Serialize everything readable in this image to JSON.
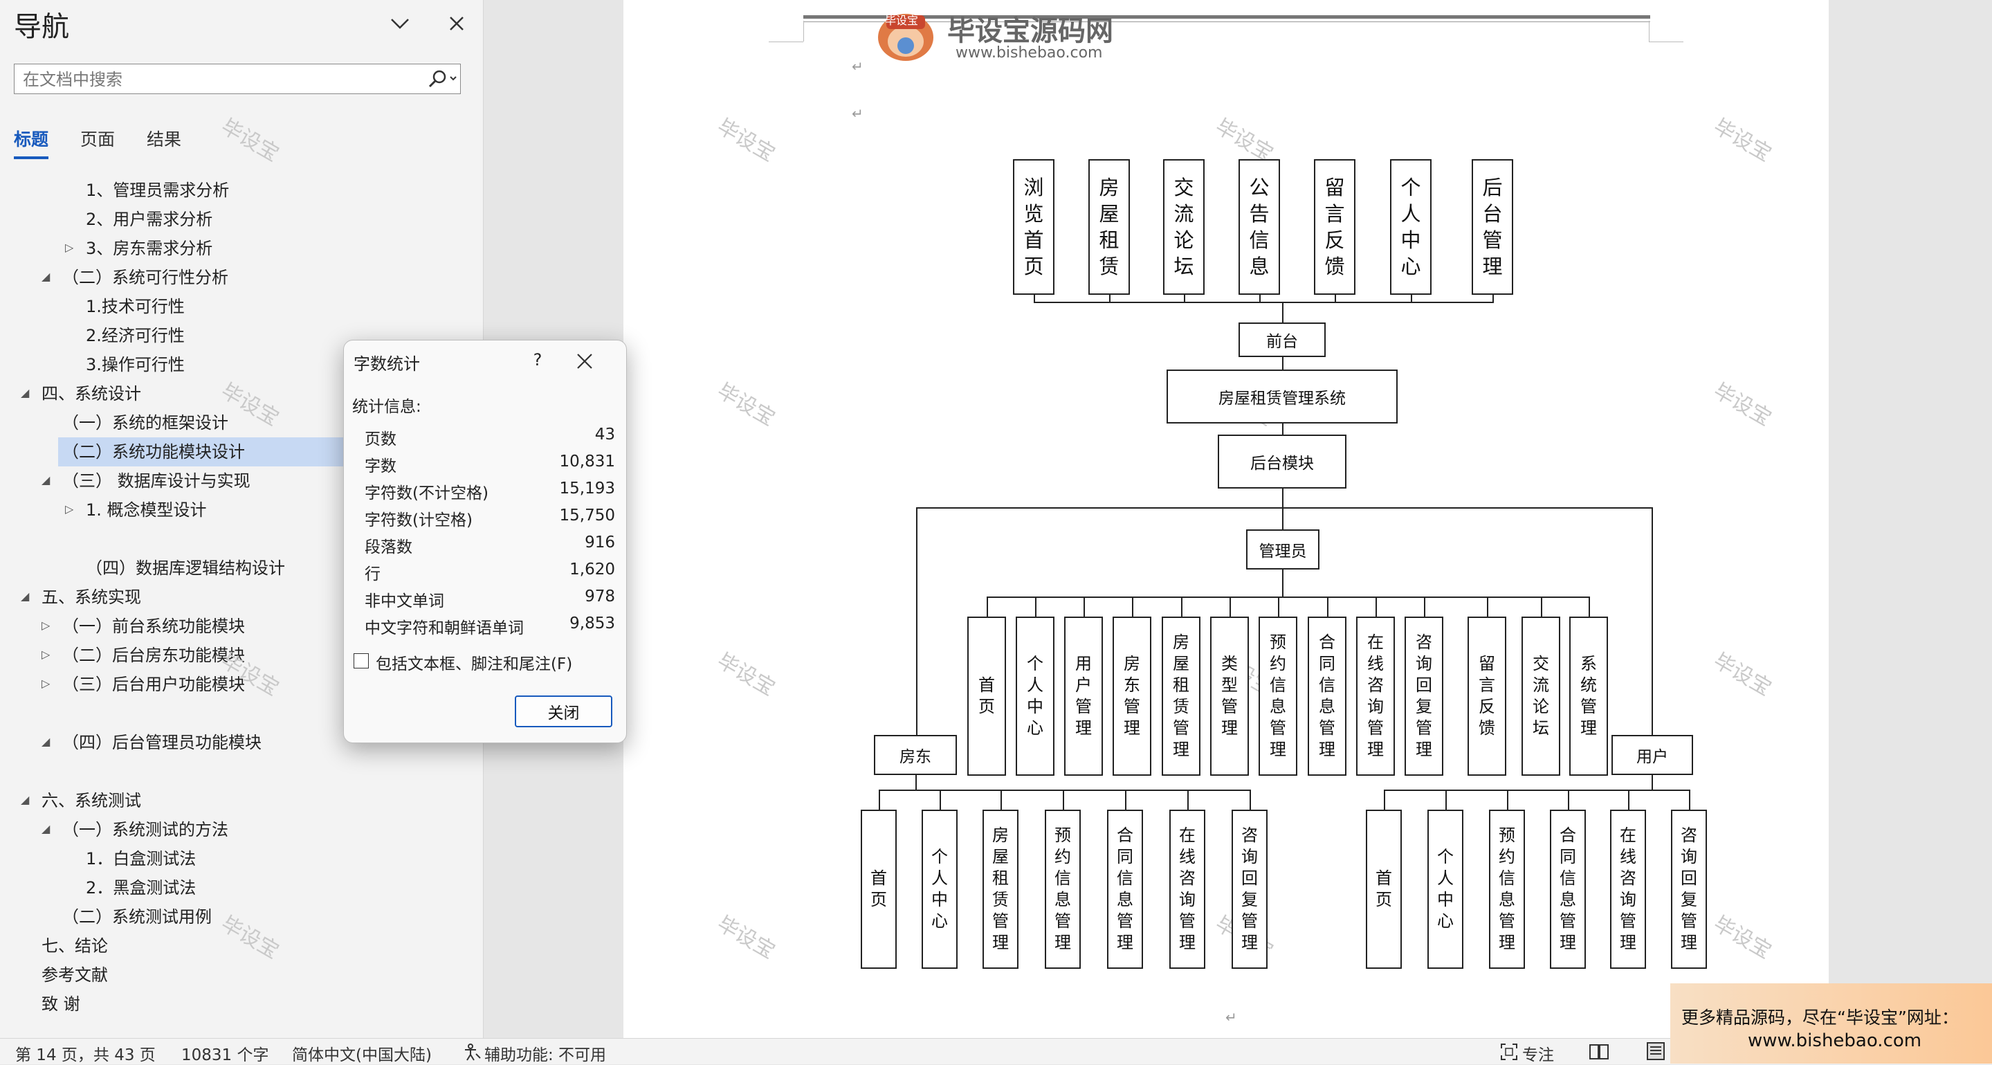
{
  "nav": {
    "title": "导航",
    "search_placeholder": "在文档中搜索",
    "tabs": [
      {
        "label": "标题",
        "active": true
      },
      {
        "label": "页面",
        "active": false
      },
      {
        "label": "结果",
        "active": false
      }
    ],
    "items": [
      {
        "text": "1、管理员需求分析"
      },
      {
        "text": "2、用户需求分析"
      },
      {
        "text": "3、房东需求分析"
      },
      {
        "text": "（二）系统可行性分析"
      },
      {
        "text": "1.技术可行性"
      },
      {
        "text": "2.经济可行性"
      },
      {
        "text": "3.操作可行性"
      },
      {
        "text": "四、系统设计"
      },
      {
        "text": "（一）系统的框架设计"
      },
      {
        "text": "（二）系统功能模块设计"
      },
      {
        "text": "（三）  数据库设计与实现"
      },
      {
        "text": "1. 概念模型设计"
      },
      {
        "text": "（四）数据库逻辑结构设计"
      },
      {
        "text": "五、系统实现"
      },
      {
        "text": "（一）前台系统功能模块"
      },
      {
        "text": "（二）后台房东功能模块"
      },
      {
        "text": "（三）后台用户功能模块"
      },
      {
        "text": "（四）后台管理员功能模块"
      },
      {
        "text": "六、系统测试"
      },
      {
        "text": "（一）系统测试的方法"
      },
      {
        "text": "1．白盒测试法"
      },
      {
        "text": "2．黑盒测试法"
      },
      {
        "text": "（二）系统测试用例"
      },
      {
        "text": "七、结论"
      },
      {
        "text": "参考文献"
      },
      {
        "text": "致    谢"
      }
    ]
  },
  "dialog": {
    "title": "字数统计",
    "help": "?",
    "section": "统计信息:",
    "stats": [
      {
        "label": "页数",
        "value": "43"
      },
      {
        "label": "字数",
        "value": "10,831"
      },
      {
        "label": "字符数(不计空格)",
        "value": "15,193"
      },
      {
        "label": "字符数(计空格)",
        "value": "15,750"
      },
      {
        "label": "段落数",
        "value": "916"
      },
      {
        "label": "行",
        "value": "1,620"
      },
      {
        "label": "非中文单词",
        "value": "978"
      },
      {
        "label": "中文字符和朝鲜语单词",
        "value": "9,853"
      }
    ],
    "checkbox_label": "包括文本框、脚注和尾注(F)",
    "close_label": "关闭"
  },
  "doc": {
    "logo_text": "毕设宝源码网",
    "logo_url": "www.bishebao.com",
    "logo_badge": "毕设宝",
    "watermark": "毕设宝",
    "diagram": {
      "front_items": [
        "浏览首页",
        "房屋租赁",
        "交流论坛",
        "公告信息",
        "留言反馈",
        "个人中心",
        "后台管理"
      ],
      "front": "前台",
      "system": "房屋租赁管理系统",
      "backend": "后台模块",
      "admin": "管理员",
      "admin_items": [
        "首页",
        "个人中心",
        "用户管理",
        "房东管理",
        "房屋租赁管理",
        "类型管理",
        "预约信息管理",
        "合同信息管理",
        "在线咨询管理",
        "咨询回复管理",
        "留言反馈",
        "交流论坛",
        "系统管理"
      ],
      "landlord": "房东",
      "landlord_items": [
        "首页",
        "个人中心",
        "房屋租赁管理",
        "预约信息管理",
        "合同信息管理",
        "在线咨询管理",
        "咨询回复管理"
      ],
      "user": "用户",
      "user_items": [
        "首页",
        "个人中心",
        "预约信息管理",
        "合同信息管理",
        "在线咨询管理",
        "咨询回复管理"
      ]
    }
  },
  "status": {
    "page": "第 14 页，共 43 页",
    "words": "10831 个字",
    "lang": "简体中文(中国大陆)",
    "access": "辅助功能: 不可用",
    "focus": "专注"
  },
  "promo": {
    "line1": "更多精品源码，尽在“毕设宝”网址：",
    "line2": "www.bishebao.com"
  }
}
